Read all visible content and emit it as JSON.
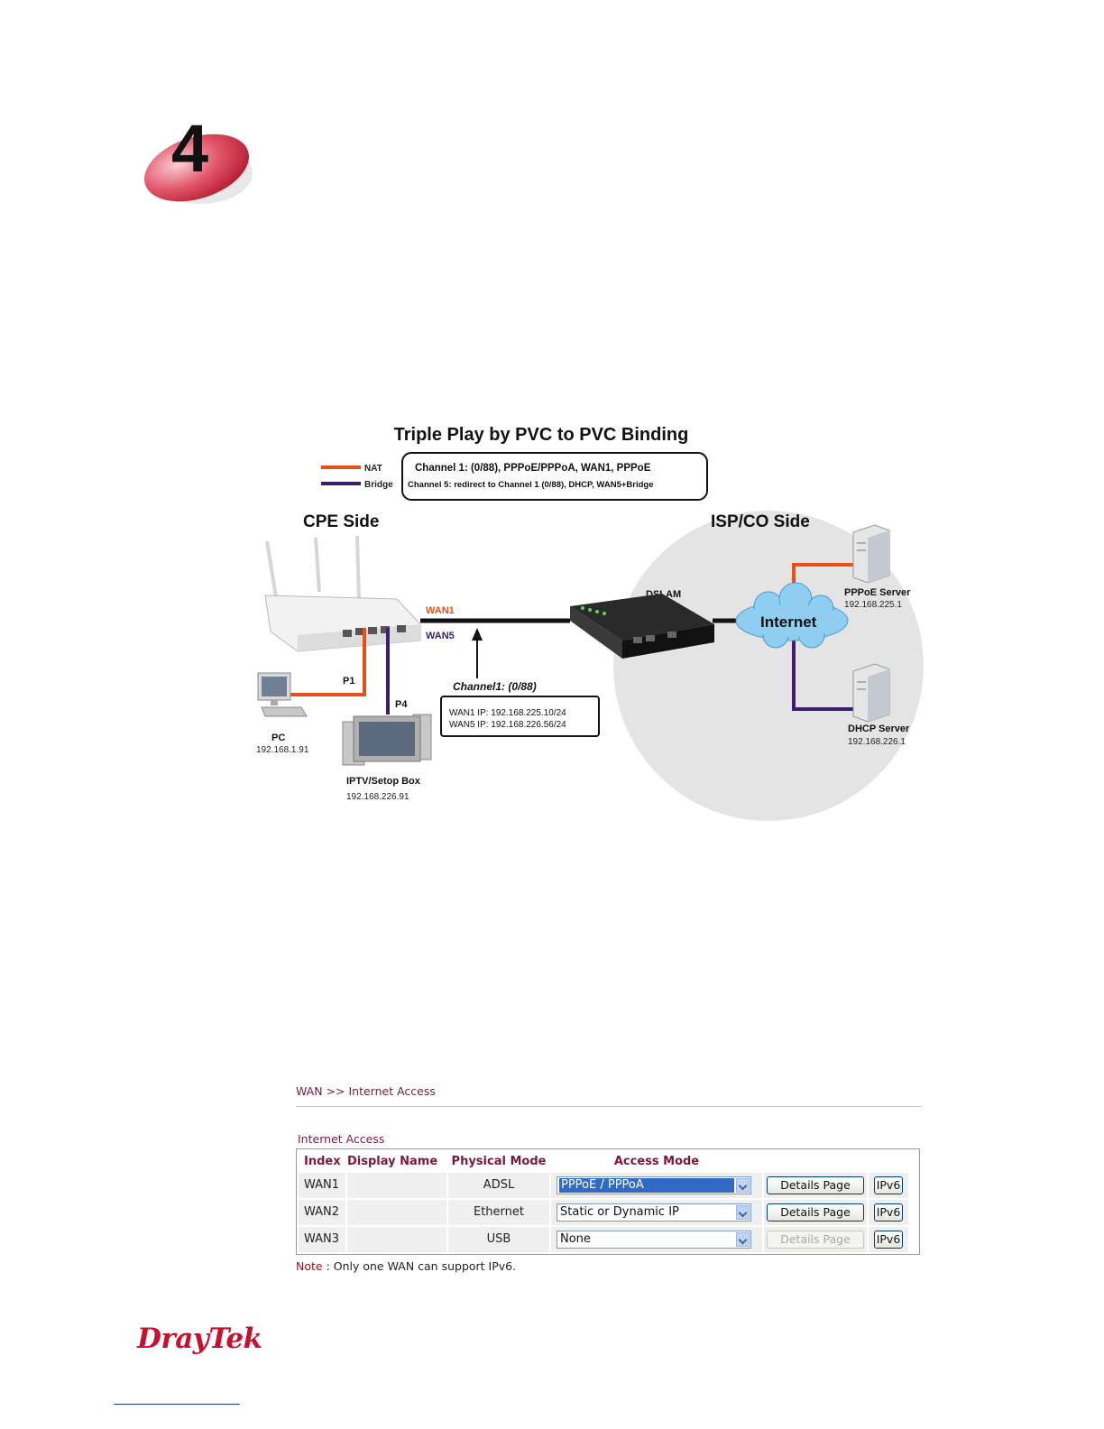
{
  "chapter": {
    "number": "4"
  },
  "diagram": {
    "title": "Triple Play by PVC to PVC Binding",
    "legend": [
      {
        "label": "NAT",
        "color": "#e8501a"
      },
      {
        "label": "Bridge",
        "color": "#3b1f6e"
      }
    ],
    "channel_box": {
      "line1": "Channel 1: (0/88), PPPoE/PPPoA, WAN1, PPPoE",
      "line2": "Channel 5:  redirect to Channel 1 (0/88), DHCP, WAN5+Bridge"
    },
    "cpe_side": "CPE Side",
    "isp_side": "ISP/CO Side",
    "wan1": "WAN1",
    "wan5": "WAN5",
    "dslam": "DSLAM",
    "internet": "Internet",
    "p1": "P1",
    "p4": "P4",
    "pc": {
      "label": "PC",
      "ip": "192.168.1.91"
    },
    "iptv": {
      "label": "IPTV/Setop Box",
      "ip": "192.168.226.91"
    },
    "channel_label": "Channel1: (0/88)",
    "ip_box": {
      "line1": "WAN1 IP: 192.168.225.10/24",
      "line2": "WAN5 IP: 192.168.226.56/24"
    },
    "pppoe_server": {
      "label": "PPPoE Server",
      "ip": "192.168.225.1"
    },
    "dhcp_server": {
      "label": "DHCP Server",
      "ip": "192.168.226.1"
    }
  },
  "wan": {
    "breadcrumb": "WAN >> Internet Access",
    "section_title": "Internet Access",
    "columns": {
      "index": "Index",
      "display_name": "Display Name",
      "physical_mode": "Physical Mode",
      "access_mode": "Access Mode"
    },
    "rows": [
      {
        "index": "WAN1",
        "display_name": "",
        "physical_mode": "ADSL",
        "access_mode": "PPPoE / PPPoA",
        "details": "Details Page",
        "ipv6": "IPv6"
      },
      {
        "index": "WAN2",
        "display_name": "",
        "physical_mode": "Ethernet",
        "access_mode": "Static or Dynamic IP",
        "details": "Details Page",
        "ipv6": "IPv6"
      },
      {
        "index": "WAN3",
        "display_name": "",
        "physical_mode": "USB",
        "access_mode": "None",
        "details": "Details Page",
        "ipv6": "IPv6"
      }
    ],
    "note_label": "Note",
    "note_text": " : Only one WAN can support IPv6."
  },
  "footer": {
    "logo": "DrayTek"
  },
  "colors": {
    "nat": "#e8501a",
    "bridge": "#3b1f6e",
    "accent": "#7a1a3a",
    "brand": "#c8102e"
  }
}
